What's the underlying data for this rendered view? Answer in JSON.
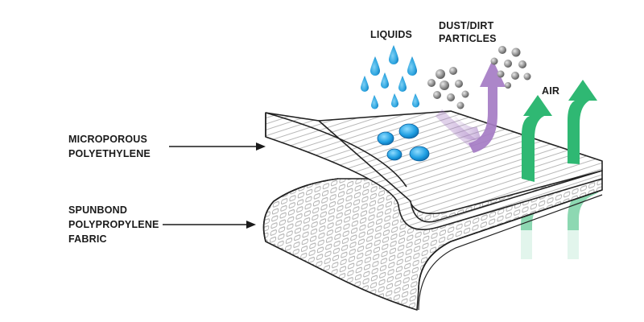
{
  "labels": {
    "liquids": "LIQUIDS",
    "dust_line1": "DUST/DIRT",
    "dust_line2": "PARTICLES",
    "air": "AIR",
    "micro_line1": "MICROPOROUS",
    "micro_line2": "POLYETHYLENE",
    "spun_line1": "SPUNBOND",
    "spun_line2": "POLYPROPYLENE",
    "spun_line3": "FABRIC"
  },
  "colors": {
    "water": "#2fa6e0",
    "water_dark": "#0b6fb0",
    "particle": "#8e8e8e",
    "air": "#2fb873",
    "purple": "#a57cc4",
    "outline": "#222222"
  },
  "icons": {
    "liquid_drop": "droplet-icon",
    "particle": "sphere-icon",
    "air": "up-arrow-icon",
    "blocked": "curved-arrow-icon"
  }
}
